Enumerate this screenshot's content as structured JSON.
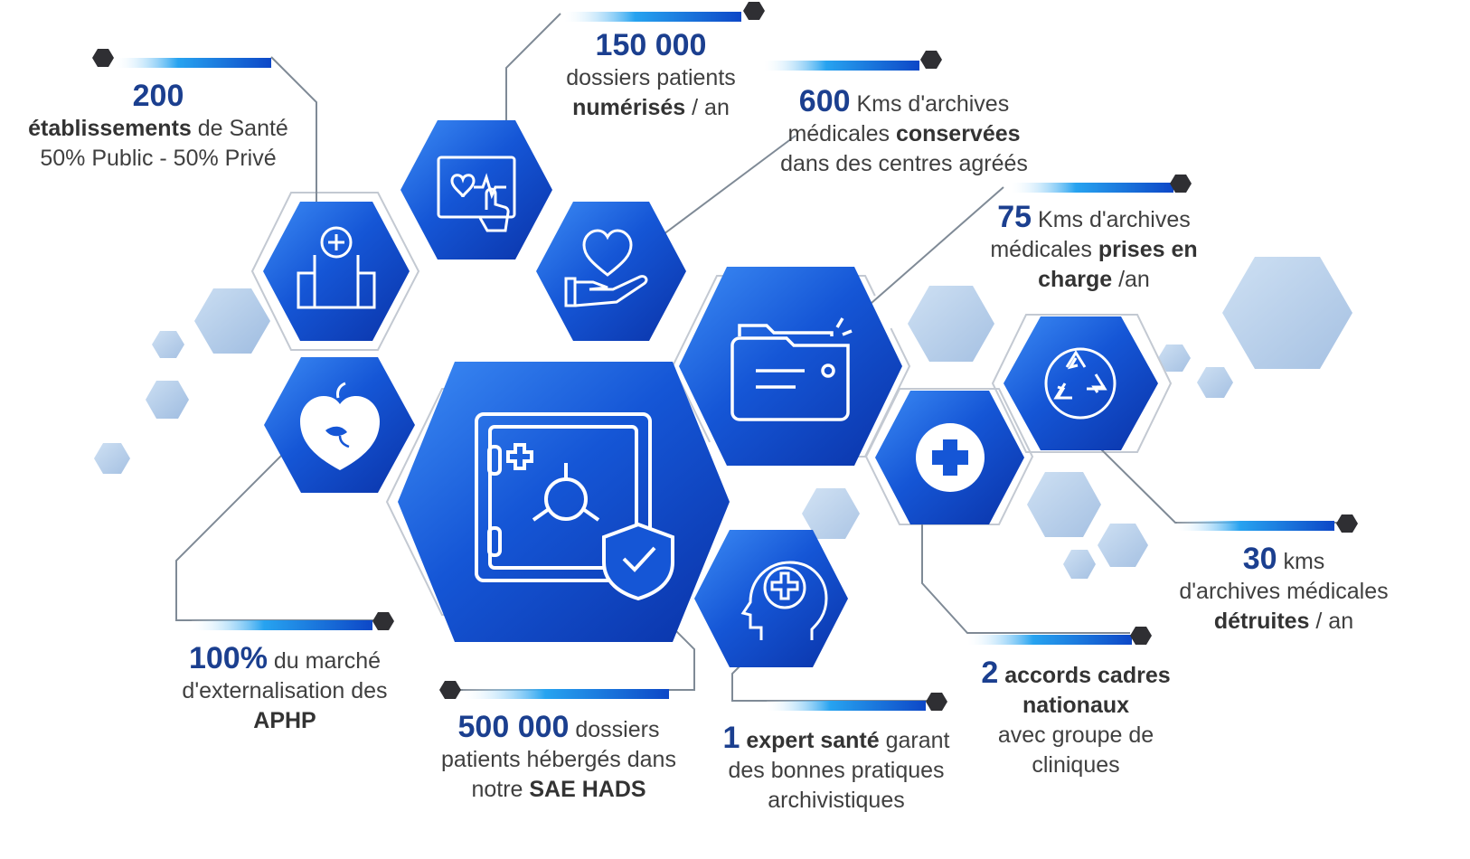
{
  "colors": {
    "hex_dark": "#0a3fb4",
    "hex_light": "#2f7bf0",
    "number": "#1b3f8f",
    "text": "#3f3f3f",
    "decor": "#8fb3dc",
    "bar": "#1f8fe8",
    "line": "#7f8a96"
  },
  "stats": [
    {
      "id": "etablissements",
      "icon": "hospital-icon",
      "number": "200",
      "l1": "établissements",
      "l1b": " de Santé",
      "l2": "50% Public - 50% Privé"
    },
    {
      "id": "dossiers-numerises",
      "icon": "touch-monitor-icon",
      "number": "150 000",
      "l1": "dossiers patients",
      "l2a": "numérisés",
      "l2b": " / an"
    },
    {
      "id": "archives-conservees",
      "icon": "heart-hand-icon",
      "number": "600",
      "l1b": " Kms d'archives",
      "l2a": "médicales ",
      "l2b": "conservées",
      "l3": "dans des centres agréés"
    },
    {
      "id": "archives-prises",
      "icon": "folder-icon",
      "number": "75",
      "l1b": " Kms d'archives",
      "l2a": "médicales ",
      "l2b": "prises en",
      "l3a": "charge",
      "l3b": " /an"
    },
    {
      "id": "archives-detruites",
      "icon": "recycle-icon",
      "number": "30",
      "l1b": " kms",
      "l2": "d'archives médicales",
      "l3a": "détruites",
      "l3b": " / an"
    },
    {
      "id": "accords-cadres",
      "icon": "medical-cross-icon",
      "number": "2",
      "l1b": " accords cadres",
      "l2": "nationaux",
      "l3": "avec groupe de",
      "l4": "cliniques"
    },
    {
      "id": "expert-sante",
      "icon": "head-medical-icon",
      "number": "1",
      "l1b": " expert santé",
      "l1c": " garant",
      "l2": "des bonnes pratiques",
      "l3": "archivistiques"
    },
    {
      "id": "dossiers-heberges",
      "icon": "safe-shield-icon",
      "number": "500 000",
      "l1b": " dossiers",
      "l2": "patients hébergés dans",
      "l3a": "notre ",
      "l3b": "SAE HADS"
    },
    {
      "id": "marche-aphp",
      "icon": "heart-leaf-icon",
      "number": "100%",
      "l1b": " du marché",
      "l2": "d'externalisation des",
      "l3": "APHP"
    }
  ]
}
